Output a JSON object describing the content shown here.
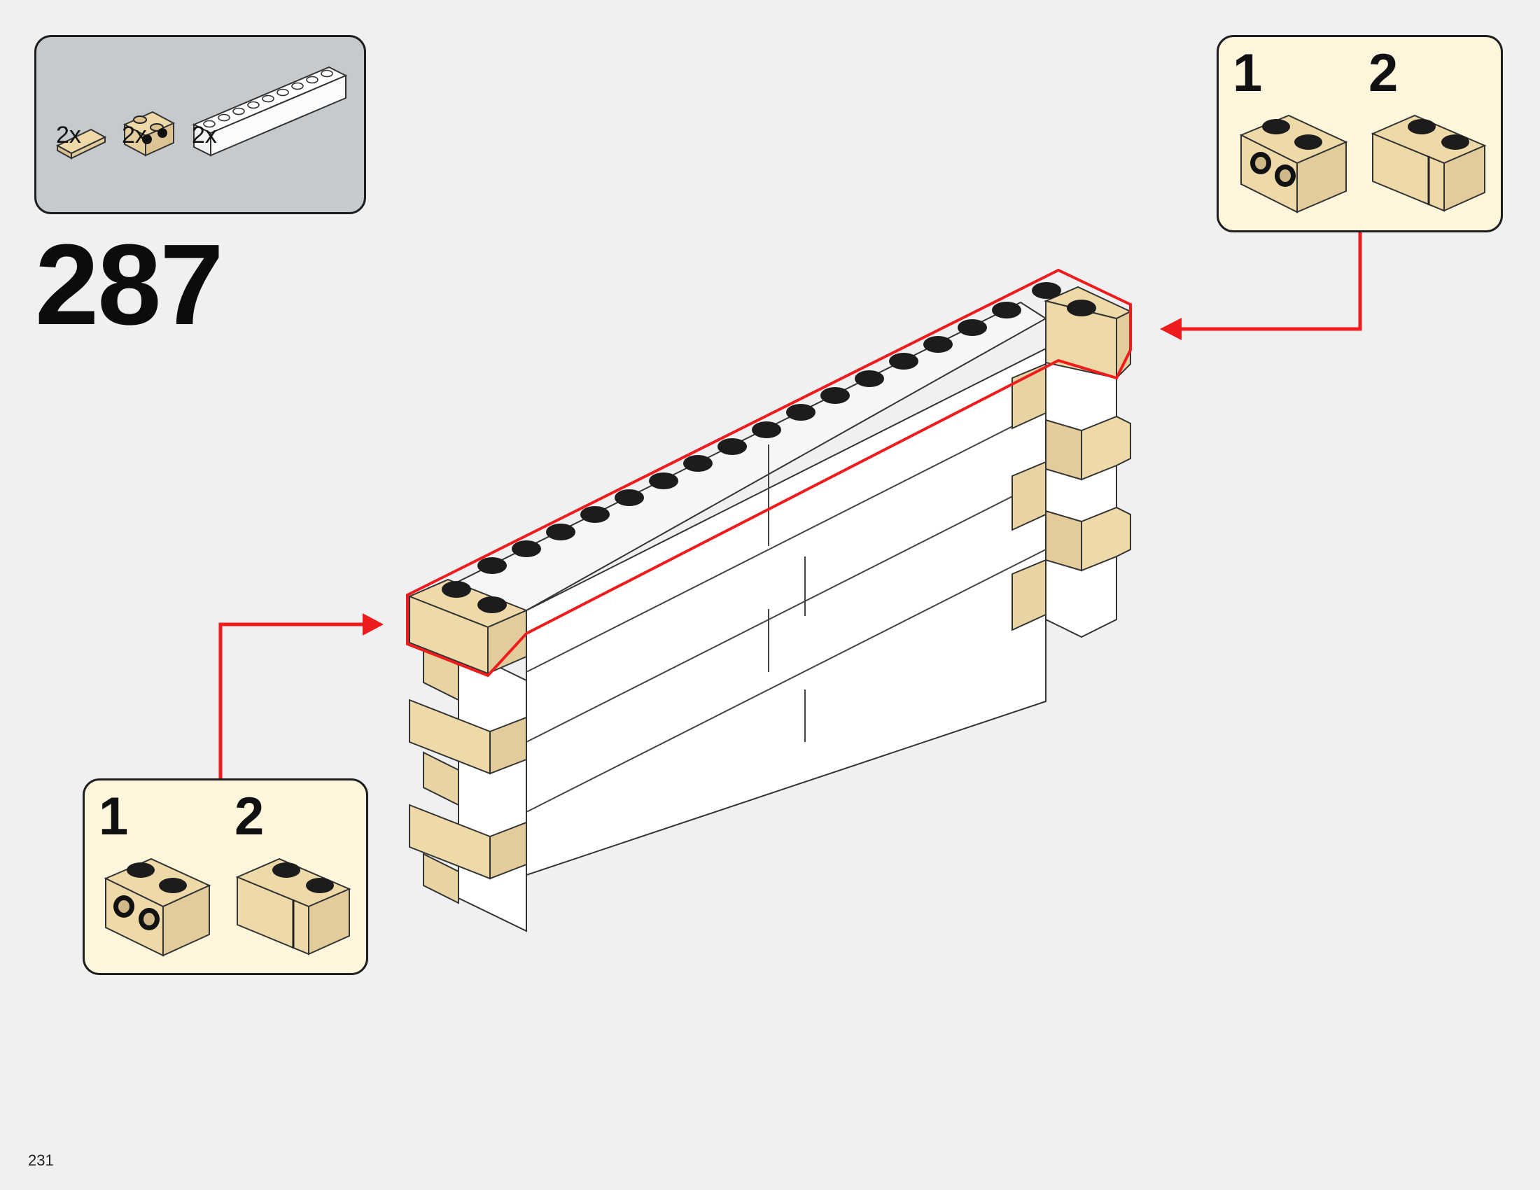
{
  "step": {
    "number": "287"
  },
  "page": {
    "number": "231"
  },
  "parts": [
    {
      "name": "tile-1x2-tan",
      "quantity": "2x"
    },
    {
      "name": "brick-1x2-studs-on-side-tan",
      "quantity": "2x"
    },
    {
      "name": "brick-1x10-white",
      "quantity": "2x"
    }
  ],
  "callout_right": {
    "step1": "1",
    "step2": "2"
  },
  "callout_left": {
    "step1": "1",
    "step2": "2"
  },
  "colors": {
    "background": "#eef0f2",
    "parts_box": "#c6cacd",
    "callout_box": "#fdf6dc",
    "tan": "#eed9a9",
    "white_brick": "#ffffff",
    "highlight": "#ee1c1c"
  }
}
